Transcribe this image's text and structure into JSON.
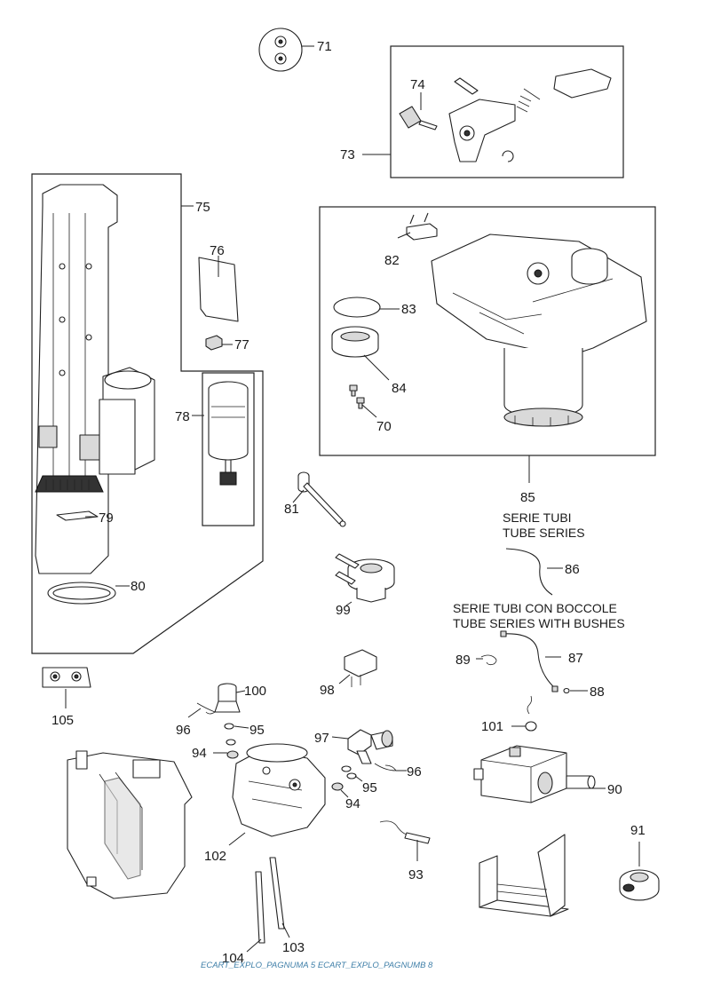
{
  "labels": {
    "p70": "70",
    "p71": "71",
    "p73": "73",
    "p74": "74",
    "p75": "75",
    "p76": "76",
    "p77": "77",
    "p78": "78",
    "p79": "79",
    "p80": "80",
    "p81": "81",
    "p82": "82",
    "p83": "83",
    "p84": "84",
    "p85": "85",
    "p86": "86",
    "p87": "87",
    "p88": "88",
    "p89": "89",
    "p90": "90",
    "p91": "91",
    "p93": "93",
    "p94a": "94",
    "p94b": "94",
    "p95a": "95",
    "p95b": "95",
    "p96a": "96",
    "p96b": "96",
    "p97": "97",
    "p98": "98",
    "p99": "99",
    "p100": "100",
    "p101": "101",
    "p102": "102",
    "p103": "103",
    "p104": "104",
    "p105": "105"
  },
  "captions": {
    "tube_series_it": "SERIE TUBI",
    "tube_series_en": "TUBE SERIES",
    "bushes_it": "SERIE TUBI CON BOCCOLE",
    "bushes_en": "TUBE SERIES WITH BUSHES"
  },
  "footer": "ECART_EXPLO_PAGNUMA 5 ECART_EXPLO_PAGNUMB 8"
}
